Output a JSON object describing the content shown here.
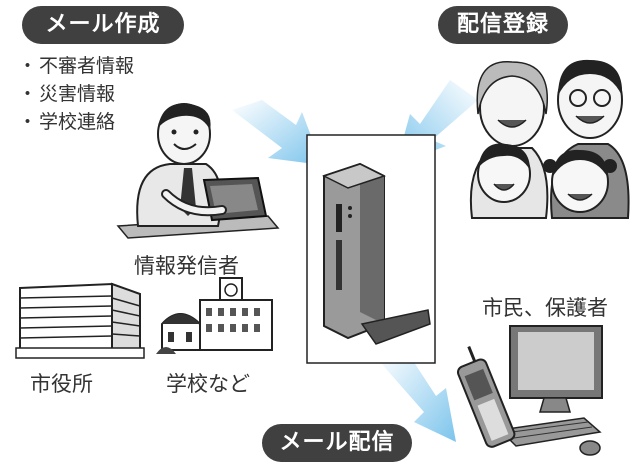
{
  "badges": {
    "mail_create": "メール作成",
    "delivery_register": "配信登録",
    "mail_delivery": "メール配信"
  },
  "topics": [
    "不審者情報",
    "災害情報",
    "学校連絡"
  ],
  "labels": {
    "sender": "情報発信者",
    "citizens": "市民、保護者",
    "city_hall": "市役所",
    "schools": "学校など"
  },
  "colors": {
    "arrow": "#7cc4ec",
    "badge": "#404040",
    "text": "#333333"
  }
}
